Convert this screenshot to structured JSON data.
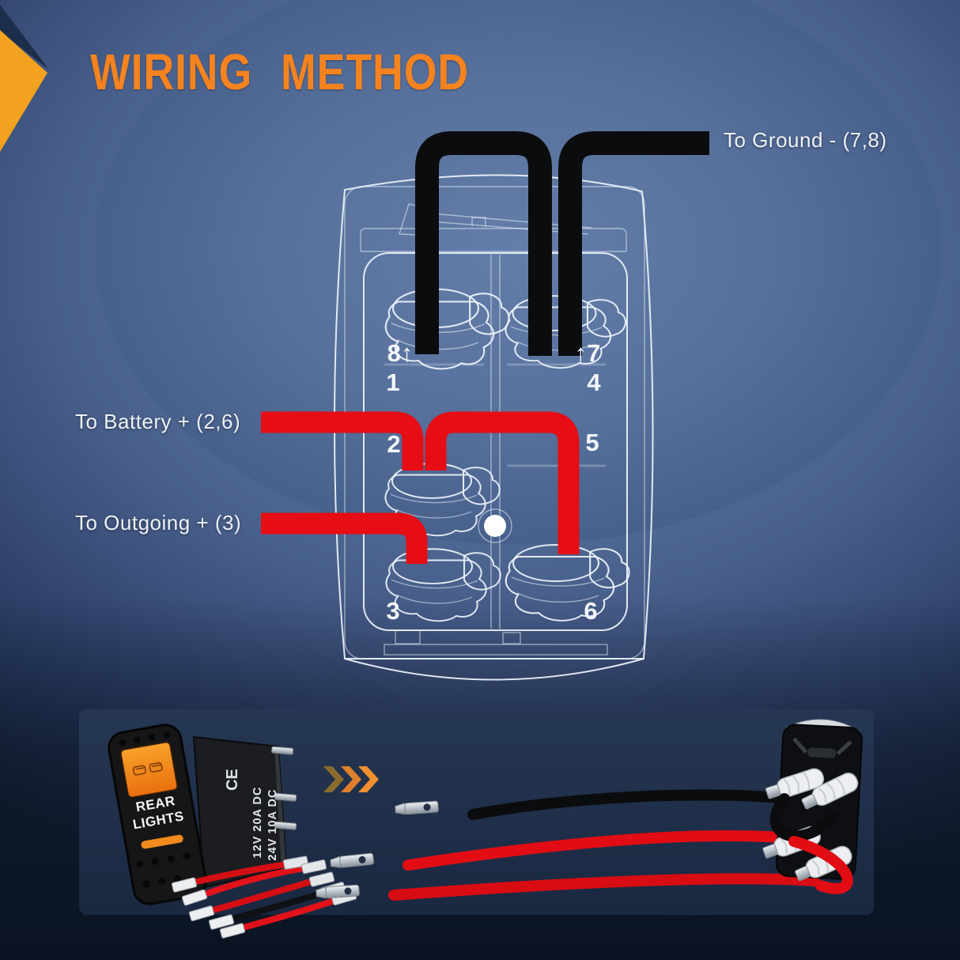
{
  "header": {
    "title": "WIRING METHOD"
  },
  "diagram": {
    "labels": {
      "ground": "To Ground - (7,8)",
      "battery": "To Battery + (2,6)",
      "outgoing": "To Outgoing + (3)"
    },
    "pins": {
      "p8": "8↑",
      "p1": "1",
      "p7": "↑7",
      "p4": "4",
      "p2": "2",
      "p5": "5",
      "p3": "3",
      "p6": "6"
    }
  },
  "product": {
    "switch_label_line1": "REAR",
    "switch_label_line2": "LIGHTS",
    "ce_mark": "CE",
    "rating_line1": "12V 20A DC",
    "rating_line2": "24V 10A DC"
  },
  "colors": {
    "accent_orange": "#f5831f",
    "wire_red": "#e60d14",
    "wire_black": "#0b0c0e",
    "blueprint_blue": "#7c96c4",
    "panel_navy": "#20304d"
  }
}
